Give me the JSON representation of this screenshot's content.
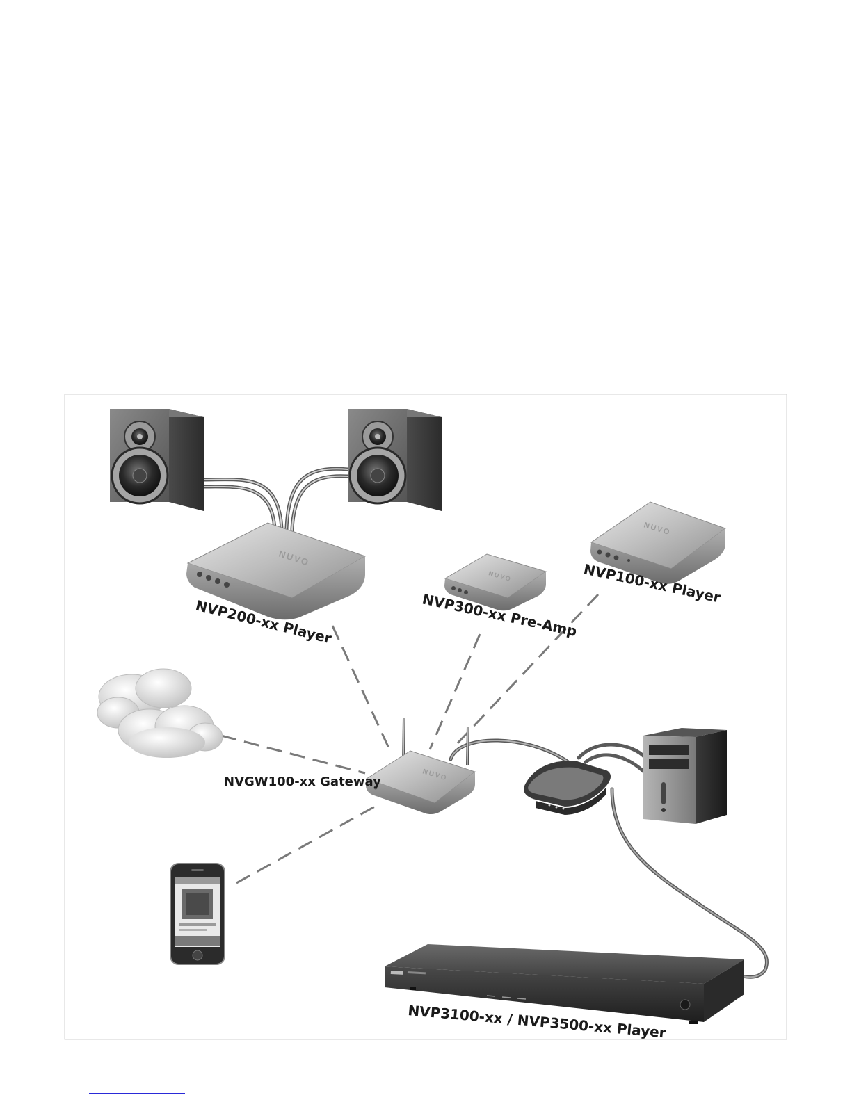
{
  "diagram": {
    "labels": {
      "nvp200": "NVP200-xx Player",
      "nvp300": "NVP300-xx Pre-Amp",
      "nvp100": "NVP100-xx Player",
      "gateway": "NVGW100-xx Gateway",
      "nvp3100": "NVP3100-xx / NVP3500-xx Player"
    },
    "brand_mark": "NUVO",
    "connections": [
      {
        "from": "NVP200-xx Player",
        "to": "NVGW100-xx Gateway",
        "type": "wireless"
      },
      {
        "from": "NVP300-xx Pre-Amp",
        "to": "NVGW100-xx Gateway",
        "type": "wireless"
      },
      {
        "from": "NVP100-xx Player",
        "to": "NVGW100-xx Gateway",
        "type": "wireless"
      },
      {
        "from": "cloud",
        "to": "NVGW100-xx Gateway",
        "type": "wireless"
      },
      {
        "from": "smartphone",
        "to": "NVGW100-xx Gateway",
        "type": "wireless"
      },
      {
        "from": "NVGW100-xx Gateway",
        "to": "router",
        "type": "wired"
      },
      {
        "from": "router",
        "to": "computer",
        "type": "wired"
      },
      {
        "from": "router",
        "to": "NVP3100-xx / NVP3500-xx Player",
        "type": "wired"
      },
      {
        "from": "speakers",
        "to": "NVP200-xx Player",
        "type": "wired"
      }
    ],
    "colors": {
      "wire": "#6e6e6e",
      "wireless_dash": "#7a7a7a",
      "device_silver": "#c9c9c9",
      "speaker_cabinet": "#5e5e5e",
      "rack_unit": "#3a3a3a"
    }
  }
}
